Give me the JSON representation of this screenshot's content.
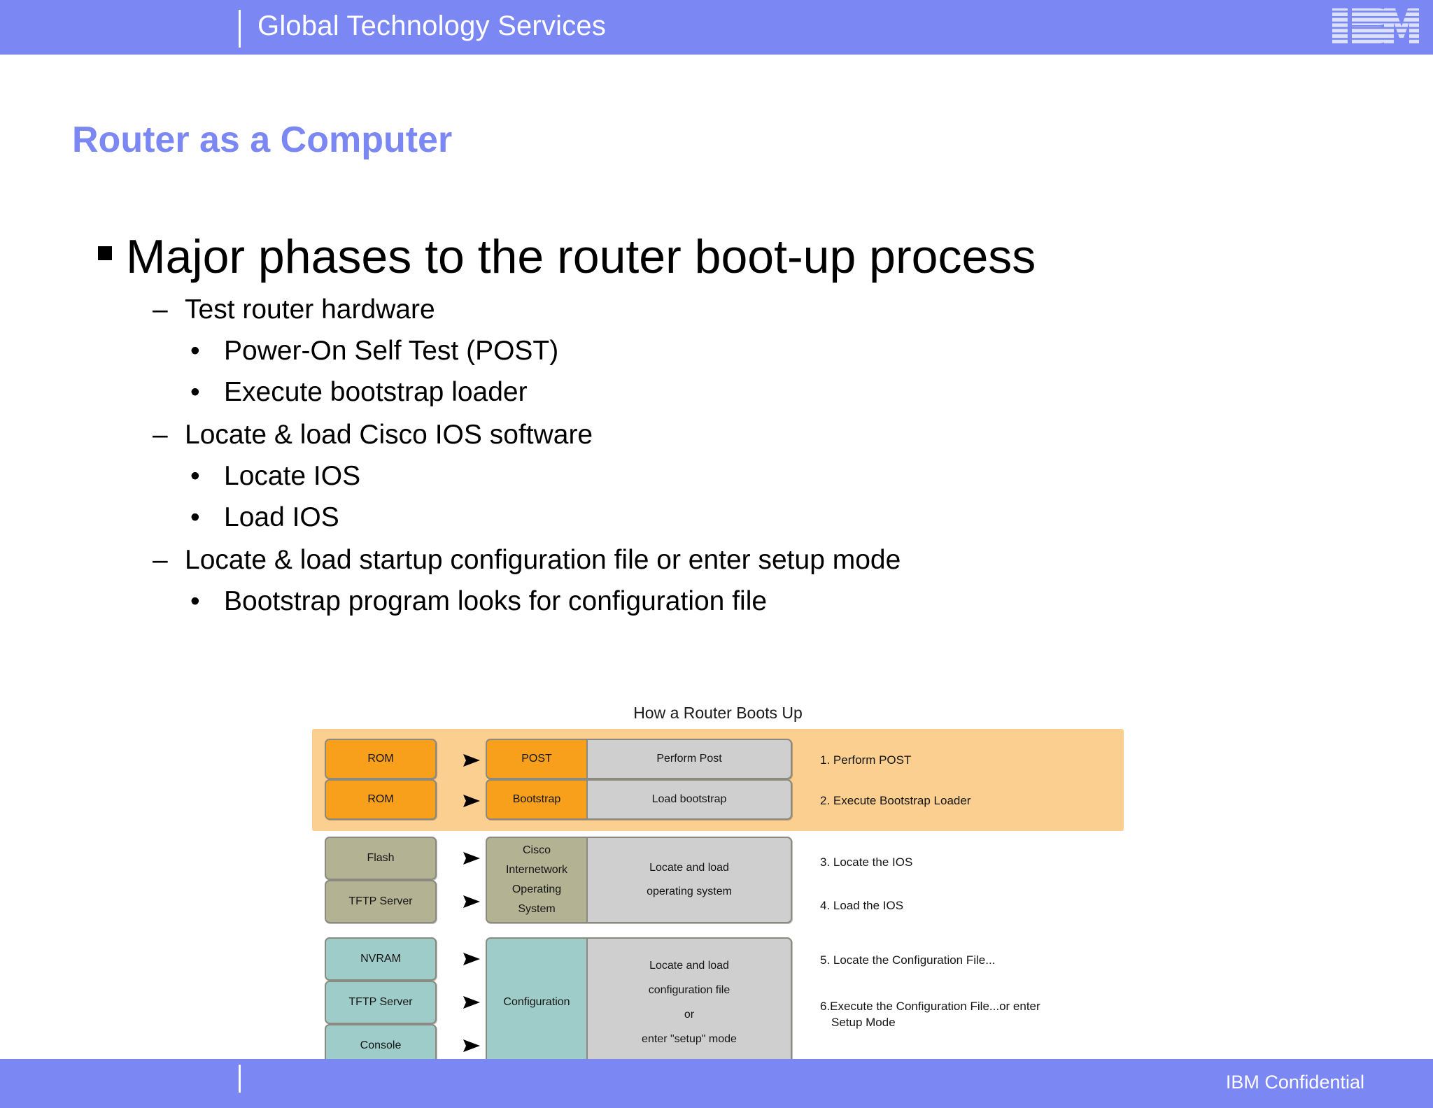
{
  "header": {
    "title": "Global Technology Services",
    "logo_alt": "IBM"
  },
  "slide": {
    "title": "Router as a Computer"
  },
  "bullets": {
    "level1": "Major phases to the router boot-up process",
    "items": [
      {
        "level": 2,
        "text": "Test router hardware"
      },
      {
        "level": 3,
        "text": "Power-On Self Test (POST)"
      },
      {
        "level": 3,
        "text": "Execute bootstrap loader"
      },
      {
        "level": 2,
        "text": "Locate & load Cisco IOS software"
      },
      {
        "level": 3,
        "text": "Locate IOS"
      },
      {
        "level": 3,
        "text": "Load IOS"
      },
      {
        "level": 2,
        "text": "Locate & load startup configuration file or enter setup mode"
      },
      {
        "level": 3,
        "text": "Bootstrap program looks for configuration file"
      }
    ]
  },
  "diagram": {
    "title": "How a Router Boots Up",
    "colors": {
      "orange_band": "#fbcf8f",
      "orange_box": "#f8a01c",
      "olive_box": "#b3b394",
      "teal_box": "#9ecdc9",
      "gray_box": "#cfcfcf",
      "border": "#8a8a80"
    },
    "rows": [
      {
        "group": "post",
        "sources": [
          "ROM",
          "ROM"
        ],
        "stages": [
          "POST",
          "Bootstrap"
        ],
        "actions": [
          "Perform Post",
          "Load bootstrap"
        ],
        "notes": [
          "1. Perform POST",
          "2. Execute Bootstrap Loader"
        ]
      },
      {
        "group": "ios",
        "sources": [
          "Flash",
          "TFTP Server"
        ],
        "stages": [
          "Cisco Internetwork Operating System"
        ],
        "actions": [
          "Locate and load operating system"
        ],
        "notes": [
          "3. Locate the IOS",
          "4. Load the IOS"
        ]
      },
      {
        "group": "config",
        "sources": [
          "NVRAM",
          "TFTP Server",
          "Console"
        ],
        "stages": [
          "Configuration"
        ],
        "actions": [
          "Locate and load configuration file or enter \"setup\" mode"
        ],
        "notes": [
          "5. Locate the Configuration File...",
          "6.Execute the Configuration File...or enter Setup Mode"
        ]
      }
    ],
    "labels": {
      "rom1": "ROM",
      "rom2": "ROM",
      "post": "POST",
      "bootstrap": "Bootstrap",
      "perform_post": "Perform Post",
      "load_bootstrap": "Load bootstrap",
      "note1": "1. Perform POST",
      "note2": "2. Execute Bootstrap Loader",
      "flash": "Flash",
      "tftp1": "TFTP Server",
      "ios_l1": "Cisco",
      "ios_l2": "Internetwork",
      "ios_l3": "Operating",
      "ios_l4": "System",
      "locate_os_l1": "Locate and load",
      "locate_os_l2": "operating system",
      "note3": "3. Locate the IOS",
      "note4": "4. Load the IOS",
      "nvram": "NVRAM",
      "tftp2": "TFTP Server",
      "console": "Console",
      "configuration": "Configuration",
      "locate_cfg_l1": "Locate and load",
      "locate_cfg_l2": "configuration file",
      "locate_cfg_l3": "or",
      "locate_cfg_l4": "enter \"setup\" mode",
      "note5": "5. Locate the Configuration File...",
      "note6_l1": "6.Execute the Configuration File...or enter",
      "note6_l2": "Setup Mode"
    }
  },
  "footer": {
    "text": "IBM Confidential"
  }
}
